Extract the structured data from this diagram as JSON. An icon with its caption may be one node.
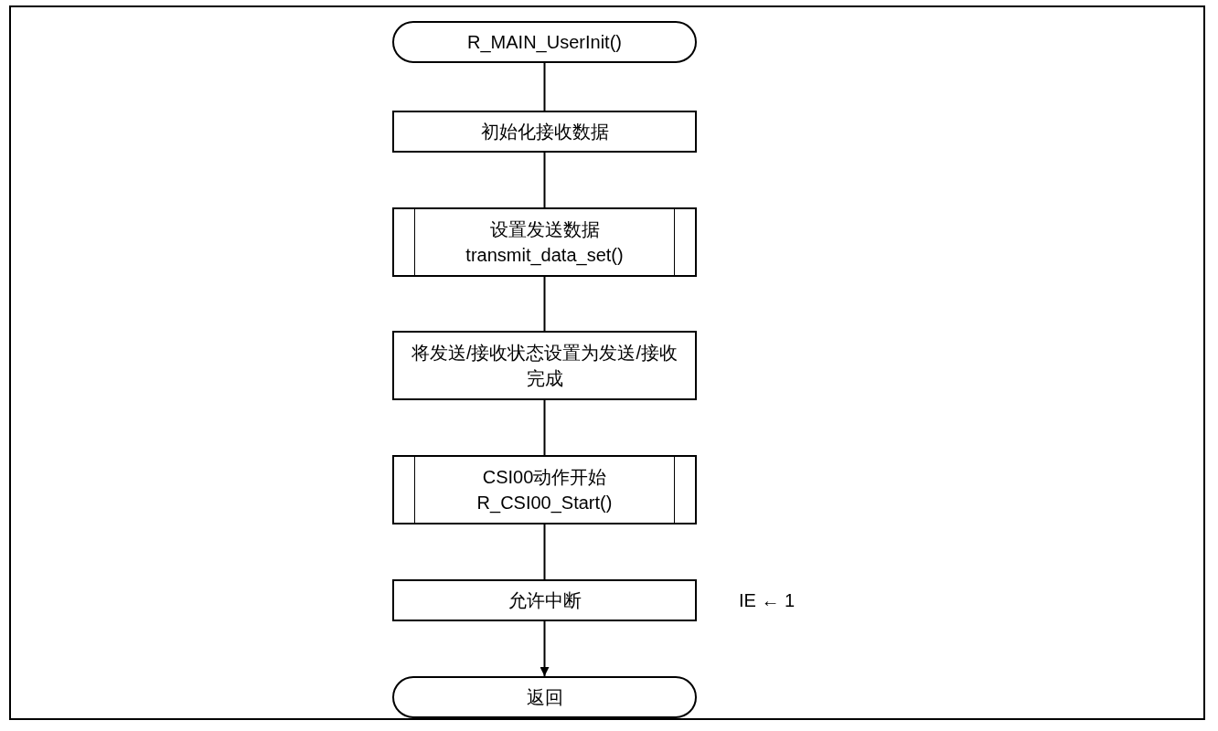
{
  "diagram": {
    "nodes": [
      {
        "text": [
          "R_MAIN_UserInit()"
        ]
      },
      {
        "text": [
          "初始化接收数据"
        ]
      },
      {
        "text": [
          "设置发送数据",
          "transmit_data_set()"
        ]
      },
      {
        "text": [
          "将发送/接收状态设置为发送/接收完成"
        ]
      },
      {
        "text": [
          "CSI00动作开始",
          "R_CSI00_Start()"
        ]
      },
      {
        "text": [
          "允许中断"
        ],
        "beside": [
          "IE ← 1"
        ]
      },
      {
        "text": [
          "返回"
        ]
      }
    ],
    "edges": [
      {
        "from": 0,
        "to": 1,
        "arrow": "none"
      },
      {
        "from": 1,
        "to": 2,
        "arrow": "none"
      },
      {
        "from": 2,
        "to": 3,
        "arrow": "none"
      },
      {
        "from": 3,
        "to": 4,
        "arrow": "none"
      },
      {
        "from": 4,
        "to": 5,
        "arrow": "none"
      },
      {
        "from": 5,
        "to": 6,
        "arrow": "to"
      }
    ]
  }
}
